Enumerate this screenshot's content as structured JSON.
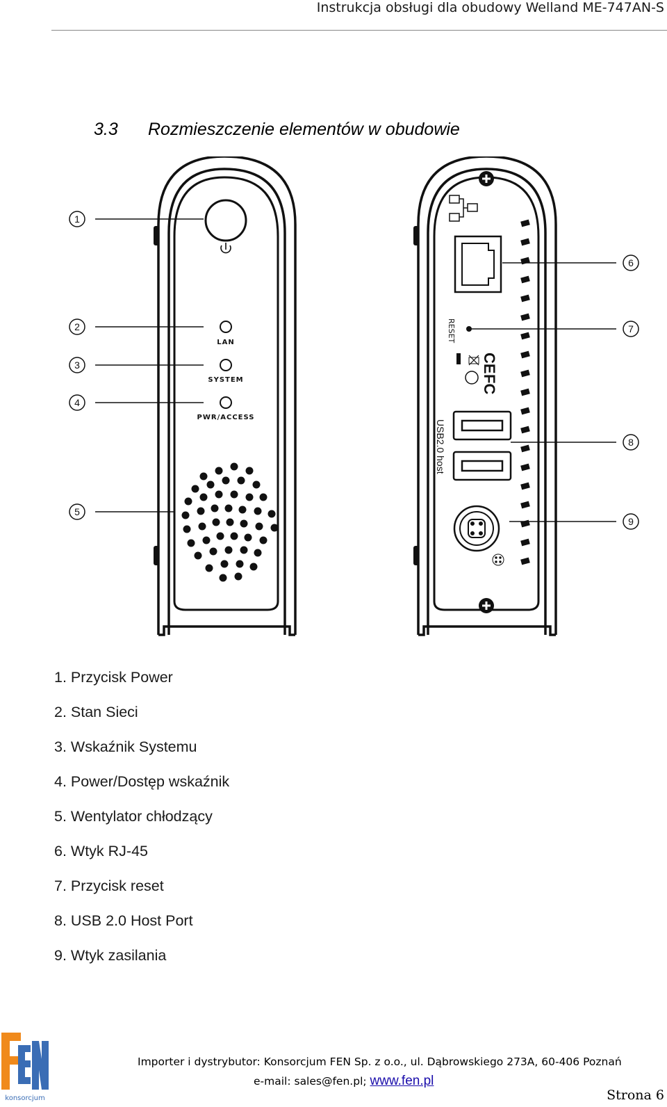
{
  "header": {
    "title": "Instrukcja obsługi dla obudowy Welland ME-747AN-S"
  },
  "section": {
    "number": "3.3",
    "title": "Rozmieszczenie elementów w obudowie"
  },
  "diagram": {
    "front_labels": [
      "LAN",
      "SYSTEM",
      "PWR/ACCESS"
    ],
    "back_labels": {
      "reset": "RESET",
      "usb": "USB2.0 host",
      "ce": "CE",
      "fcc": "FC"
    },
    "callouts": [
      "1",
      "2",
      "3",
      "4",
      "5",
      "6",
      "7",
      "8",
      "9"
    ]
  },
  "items": [
    "1. Przycisk Power",
    "2. Stan Sieci",
    "3. Wskaźnik Systemu",
    "4. Power/Dostęp wskaźnik",
    "5. Wentylator chłodzący",
    "6. Wtyk RJ-45",
    "7. Przycisk reset",
    "8. USB 2.0 Host Port",
    "9. Wtyk zasilania"
  ],
  "footer": {
    "logo_text": "konsorcjum",
    "importer": "Importer i dystrybutor: Konsorcjum FEN Sp. z o.o., ul. Dąbrowskiego 273A, 60-406 Poznań",
    "email": "e-mail: sales@fen.pl;",
    "website": "www.fen.pl",
    "page": "Strona 6"
  },
  "colors": {
    "logo_orange": "#f08a1c",
    "logo_blue": "#3a6db5",
    "link": "#1a0dab"
  }
}
